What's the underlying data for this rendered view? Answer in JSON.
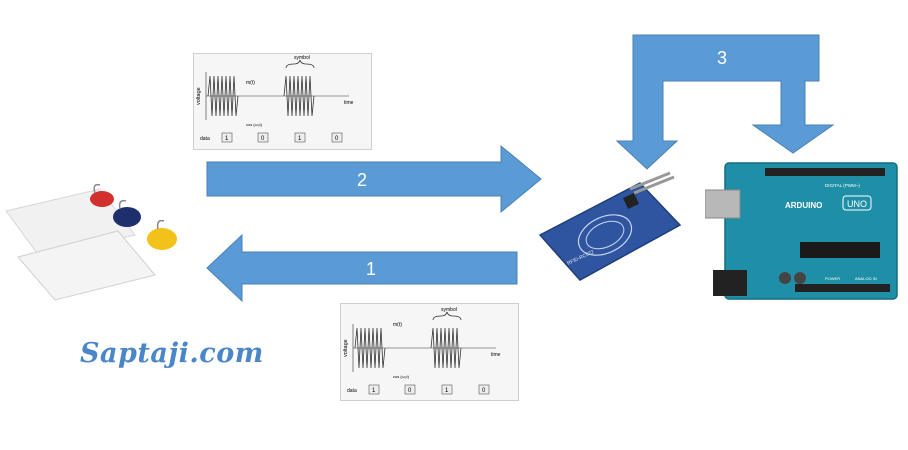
{
  "arrows": {
    "a1": "1",
    "a2": "2",
    "a3": "3"
  },
  "brand": "Saptaji.com",
  "waveform": {
    "ylabel": "voltage",
    "xlabel": "time",
    "top_label": "symbol",
    "sig_label": "m(t)",
    "carrier_label": "cos (ω₀t)",
    "data_label": "data",
    "bits": [
      "1",
      "0",
      "1",
      "0"
    ]
  },
  "rfid_label": "RFID-RC522",
  "arduino": {
    "board": "ARDUINO",
    "model": "UNO",
    "digital": "DIGITAL (PWM~)",
    "power": "POWER",
    "analog": "ANALOG IN"
  },
  "colors": {
    "arrow": "#5b9bd5",
    "arrow_stroke": "#4a7fb5",
    "board": "#1f8fa8",
    "rfid": "#2f55a0"
  }
}
